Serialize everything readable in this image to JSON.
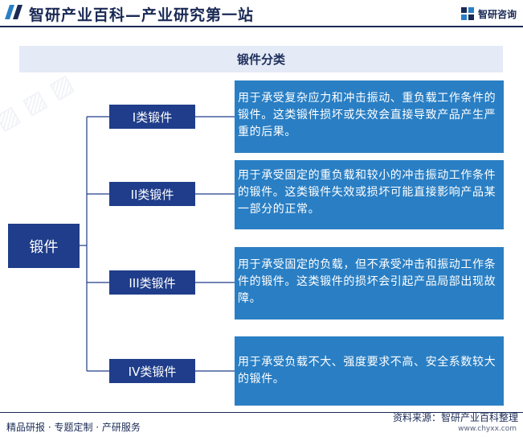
{
  "header": {
    "title": "智研产业百科—产业研究第一站",
    "logo_text": "智研咨询"
  },
  "category_title": "锻件分类",
  "root": {
    "label": "锻件"
  },
  "types": [
    {
      "label": "I类锻件",
      "description": "用于承受复杂应力和冲击振动、重负载工作条件的锻件。这类锻件损坏或失效会直接导致产品产生严重的后果。"
    },
    {
      "label": "II类锻件",
      "description": "用于承受固定的重负载和较小的冲击振动工作条件的锻件。这类锻件失效或损坏可能直接影响产品某一部分的正常。"
    },
    {
      "label": "III类锻件",
      "description": "用于承受固定的负载，但不承受冲击和振动工作条件的锻件。这类锻件的损坏会引起产品局部出现故障。"
    },
    {
      "label": "IV类锻件",
      "description": "用于承受负载不大、强度要求不高、安全系数较大的锻件。"
    }
  ],
  "footer": {
    "left": "精品研报 · 专题定制 · 产研服务",
    "source": "资料来源：智研产业百科整理",
    "url": "www.chyxx.com"
  },
  "colors": {
    "dark_blue": "#1f3d8a",
    "light_blue": "#2a7fc4",
    "title_bg": "#e4eaf6"
  }
}
